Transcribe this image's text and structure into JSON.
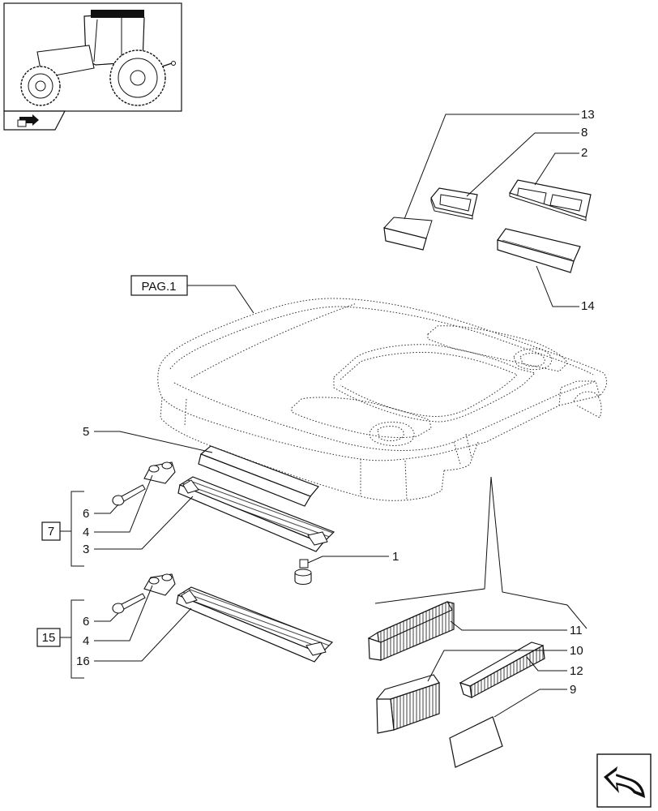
{
  "labels": {
    "n1": "1",
    "n2": "2",
    "n3": "3",
    "n4a": "4",
    "n4b": "4",
    "n5": "5",
    "n6a": "6",
    "n6b": "6",
    "n7": "7",
    "n8": "8",
    "n9": "9",
    "n10": "10",
    "n11": "11",
    "n12": "12",
    "n13": "13",
    "n14": "14",
    "n15": "15",
    "n16": "16",
    "page_ref": "PAG.1"
  },
  "icons": {
    "thumbnail": "tractor-thumbnail-icon",
    "folder": "folder-arrow-icon",
    "nav": "return-arrow-icon"
  }
}
